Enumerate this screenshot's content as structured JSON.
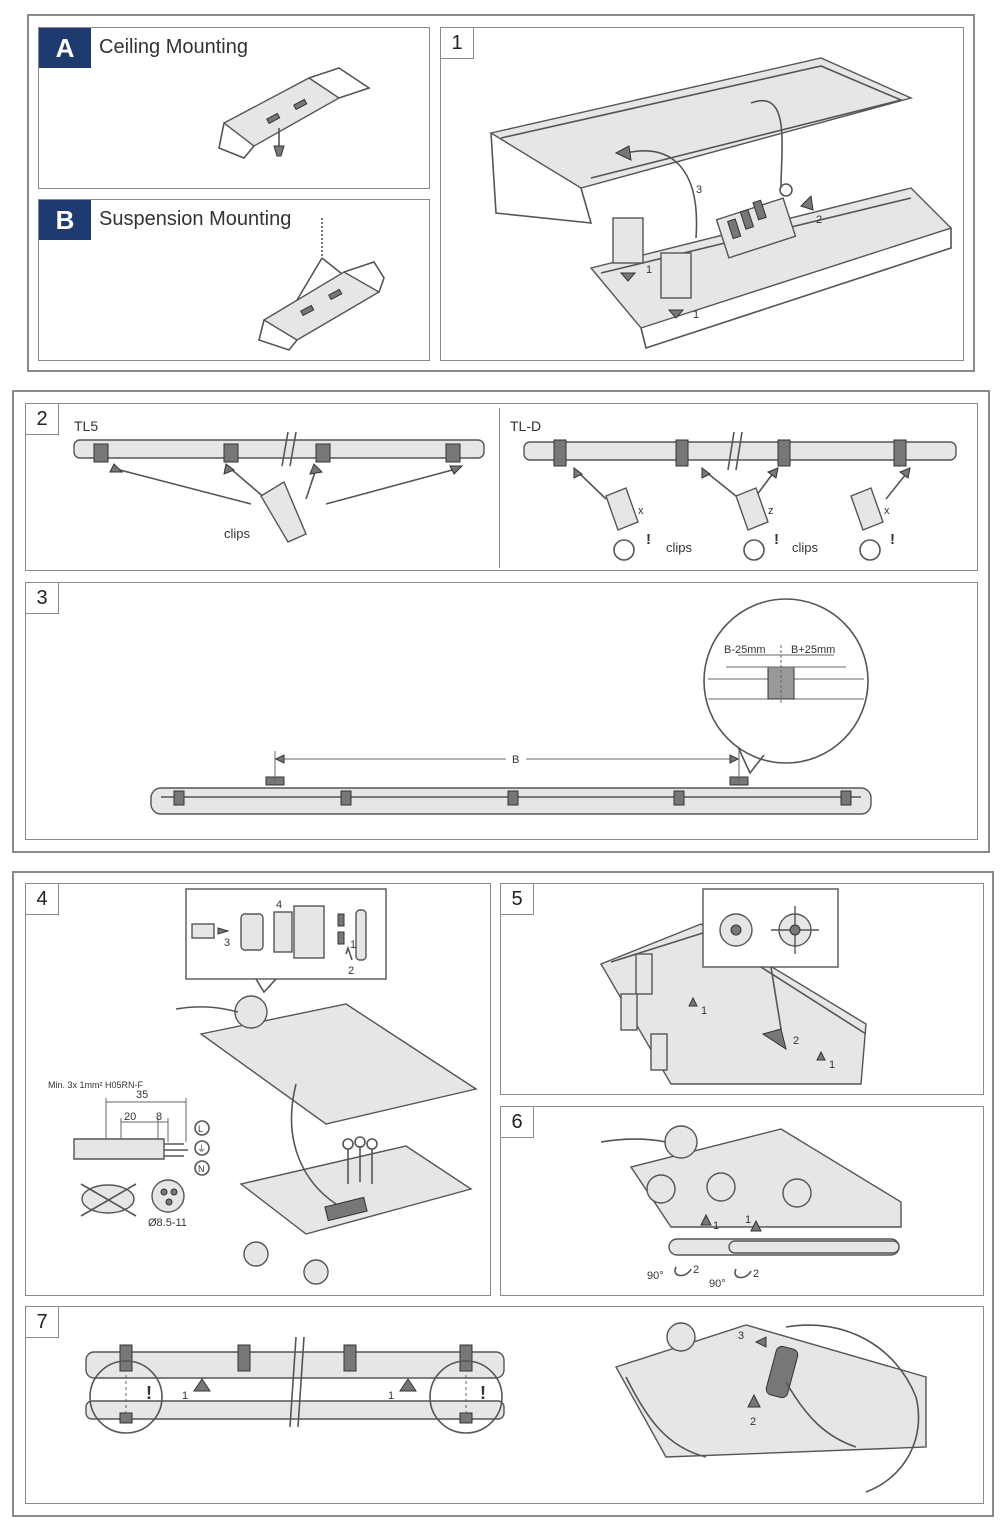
{
  "section_a": {
    "badge": "A",
    "title": "Ceiling Mounting"
  },
  "section_b": {
    "badge": "B",
    "title": "Suspension Mounting"
  },
  "step1": {
    "number": "1",
    "callouts": [
      "3",
      "2",
      "1",
      "1"
    ]
  },
  "step2": {
    "number": "2",
    "left_label": "TL5",
    "right_label": "TL-D",
    "clips_label": "clips",
    "axis_labels": [
      "x",
      "z",
      "x"
    ]
  },
  "step3": {
    "number": "3",
    "dimension_label": "B",
    "detail_left": "B-25mm",
    "detail_right": "B+25mm"
  },
  "step4": {
    "number": "4",
    "cable_spec": "Min. 3x 1mm² H05RN-F",
    "dim_total": "35",
    "dim_a": "20",
    "dim_b": "8",
    "terminals": [
      "L",
      "⏚",
      "N"
    ],
    "diameter": "Ø8.5-11",
    "callouts": [
      "4",
      "3",
      "1",
      "2"
    ]
  },
  "step5": {
    "number": "5",
    "callouts": [
      "1",
      "2",
      "1"
    ]
  },
  "step6": {
    "number": "6",
    "angle": "90°",
    "callouts": [
      "1",
      "1",
      "2",
      "2"
    ]
  },
  "step7": {
    "number": "7",
    "callouts": [
      "1",
      "1",
      "2",
      "3"
    ]
  },
  "colors": {
    "badge": "#1f3a6e",
    "line": "#555555",
    "frame": "#8a8a8a"
  }
}
